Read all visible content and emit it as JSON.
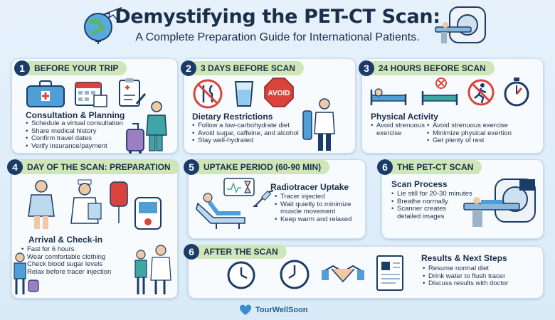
{
  "title": "Demystifying the PET-CT Scan:",
  "subtitle": "A Complete Preparation Guide for International Patients.",
  "sections": [
    {
      "num": "1",
      "label": "BEFORE YOUR TRIP",
      "heading": "Consultation & Planning",
      "items": [
        "Schedule a virtual consultation",
        "Share medical history",
        "Confirm travel dates",
        "Verify insurance/payment"
      ]
    },
    {
      "num": "2",
      "label": "3 DAYS BEFORE SCAN",
      "heading": "Dietary Restrictions",
      "icon_text": "AVOID",
      "items": [
        "Follow a low-carbohydrate diet",
        "Avoid sugar, caffeine, and alcohol",
        "Stay well-hydrated"
      ]
    },
    {
      "num": "3",
      "label": "24 HOURS BEFORE SCAN",
      "heading": "Physical Activity",
      "items_left": [
        "Avoid strenuous",
        "exercise"
      ],
      "items": [
        "Avoid strenuous exercise",
        "Minimize physical exertion",
        "Get plenty of rest"
      ]
    },
    {
      "num": "4",
      "label": "DAY OF THE SCAN: PREPARATION",
      "heading": "Arrival & Check-in",
      "items": [
        "Fast for 6 hours",
        "Wear comfortable clothing",
        "Check blood sugar levels",
        "Relax before tracer injection"
      ]
    },
    {
      "num": "5",
      "label": "UPTAKE PERIOD (60-90 MIN)",
      "heading": "Radiotracer Uptake",
      "items": [
        "Tracer injected",
        "Wait quietly to minimize",
        "muscle movement",
        "Keep warm and relaxed"
      ]
    },
    {
      "num": "6",
      "label": "THE PET-CT SCAN",
      "heading": "Scan Process",
      "items": [
        "Lie still for 20-30 minutes",
        "Breathe normally",
        "Scanner creates",
        "detailed images"
      ]
    },
    {
      "num": "6",
      "label": "AFTER THE SCAN",
      "heading": "Results & Next Steps",
      "items": [
        "Resume normal diet",
        "Drink water to flush tracer",
        "Discuss results with doctor"
      ]
    }
  ],
  "brand": "TourWellSoon",
  "colors": {
    "navy": "#1b3c69",
    "pill": "#cfe6b9",
    "accent_red": "#d9433b",
    "teal": "#3fa7a3"
  },
  "icons": [
    "globe-icon",
    "airplane-icon",
    "scanner-icon",
    "suitcase-icon",
    "calendar-icon",
    "clipboard-icon",
    "doctor-icon",
    "no-food-icon",
    "water-glass-icon",
    "avoid-sign-icon",
    "bed-icon",
    "no-run-icon",
    "stopwatch-icon",
    "patient-icon",
    "nurse-icon",
    "iv-bag-icon",
    "glucose-meter-icon",
    "hourglass-icon",
    "syringe-icon",
    "clock-icon",
    "handshake-icon",
    "report-icon"
  ]
}
